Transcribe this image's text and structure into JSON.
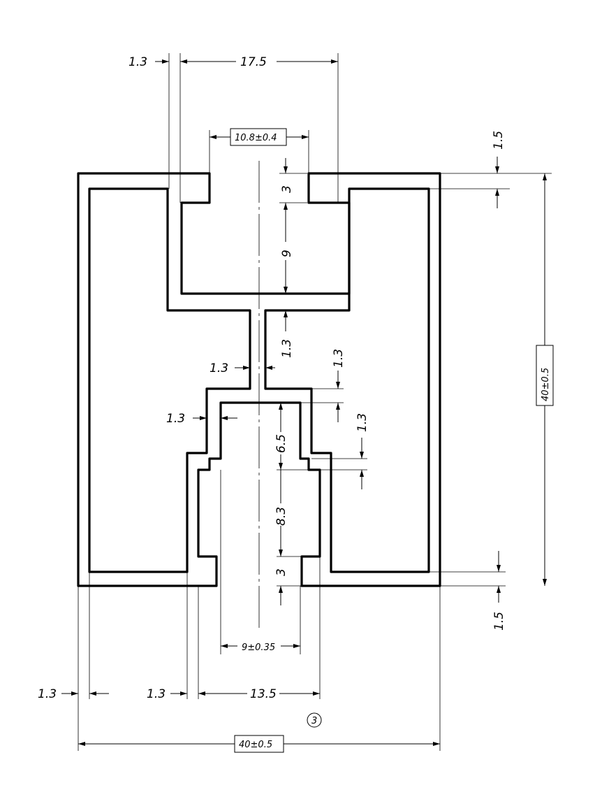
{
  "drawing": {
    "part_number": "3",
    "dimensions": {
      "wall_top_left": "1.3",
      "slot_inner_width": "17.5",
      "slot_opening": "10.8±0.4",
      "top_flange": "1.5",
      "slot_lip": "3",
      "slot_depth": "9",
      "web_gap": "1.3",
      "web_thickness": "1.3",
      "web_right_step": "1.3",
      "neck_wall": "1.3",
      "neck_step": "1.3",
      "lower_slot_upper": "6.5",
      "lower_slot_lower": "8.3",
      "bottom_lip": "3",
      "total_height": "40±0.5",
      "bottom_flange": "1.5",
      "lower_opening": "9±0.35",
      "bottom_left_wall": "1.3",
      "bottom_inner_wall": "1.3",
      "bottom_slot_width": "13.5",
      "total_width": "40±0.5"
    }
  }
}
